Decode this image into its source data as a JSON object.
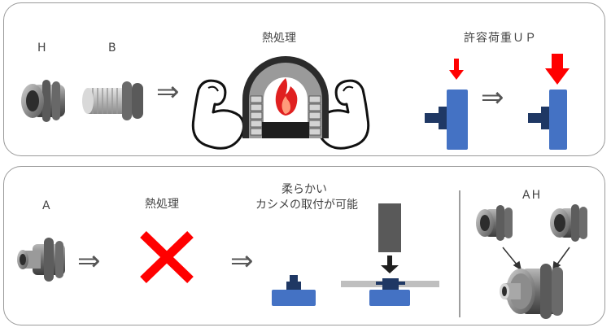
{
  "top": {
    "part_h": "H",
    "part_b": "B",
    "heat_treatment": "熱処理",
    "load_up": "許容荷重ＵＰ"
  },
  "bottom": {
    "part_a": "A",
    "heat_treatment": "熱処理",
    "soft_line1": "柔らかい",
    "soft_line2": "カシメの取付が可能",
    "part_ah": "AH"
  },
  "colors": {
    "blue": "#4472C4",
    "navy": "#1F3864",
    "red": "#FF0000",
    "gray_part": "#7a7a7a",
    "divider": "#7f7f7f"
  }
}
